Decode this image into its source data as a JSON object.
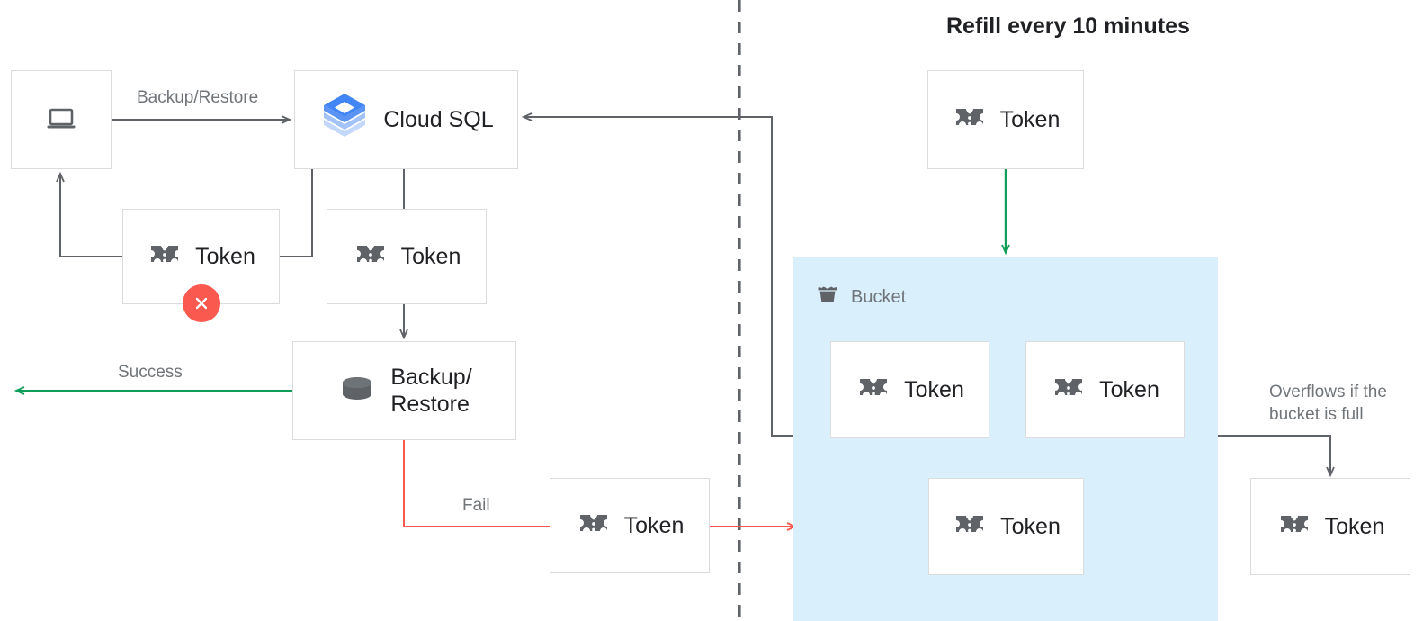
{
  "diagram": {
    "title": "Refill every 10 minutes",
    "background": "#ffffff",
    "colors": {
      "accent_green": "#0f9d58",
      "accent_red": "#f9594e",
      "line_gray": "#5f6368",
      "box_border": "#dcdcdc",
      "region_fill": "#d9f0fc",
      "label_gray": "#70757a",
      "text_dark": "#202124",
      "cloudsql_blue": "#4285f4"
    },
    "divider": {
      "name": "vertical-dashed-divider",
      "style": "dashed"
    }
  },
  "nodes": {
    "client": {
      "label": "",
      "icon": "laptop-icon"
    },
    "cloud_sql": {
      "label": "Cloud SQL",
      "icon": "cloud-sql-icon"
    },
    "token_failed": {
      "label": "Token",
      "icon": "token-icon",
      "badge": "error-x-badge"
    },
    "token_cloudsql": {
      "label": "Token",
      "icon": "token-icon"
    },
    "backup_restore": {
      "label": "Backup/\nRestore",
      "icon": "database-icon"
    },
    "token_fail_path": {
      "label": "Token",
      "icon": "token-icon"
    },
    "token_refill": {
      "label": "Token",
      "icon": "token-icon"
    },
    "token_bucket_1": {
      "label": "Token",
      "icon": "token-icon"
    },
    "token_bucket_2": {
      "label": "Token",
      "icon": "token-icon"
    },
    "token_bucket_3": {
      "label": "Token",
      "icon": "token-icon"
    },
    "token_overflow": {
      "label": "Token",
      "icon": "token-icon"
    }
  },
  "region": {
    "bucket": {
      "label": "Bucket",
      "icon": "bucket-icon"
    }
  },
  "edges": {
    "backup_restore_label": "Backup/Restore",
    "success_label": "Success",
    "fail_label": "Fail",
    "overflow_label": "Overflows if the\nbucket is full"
  }
}
